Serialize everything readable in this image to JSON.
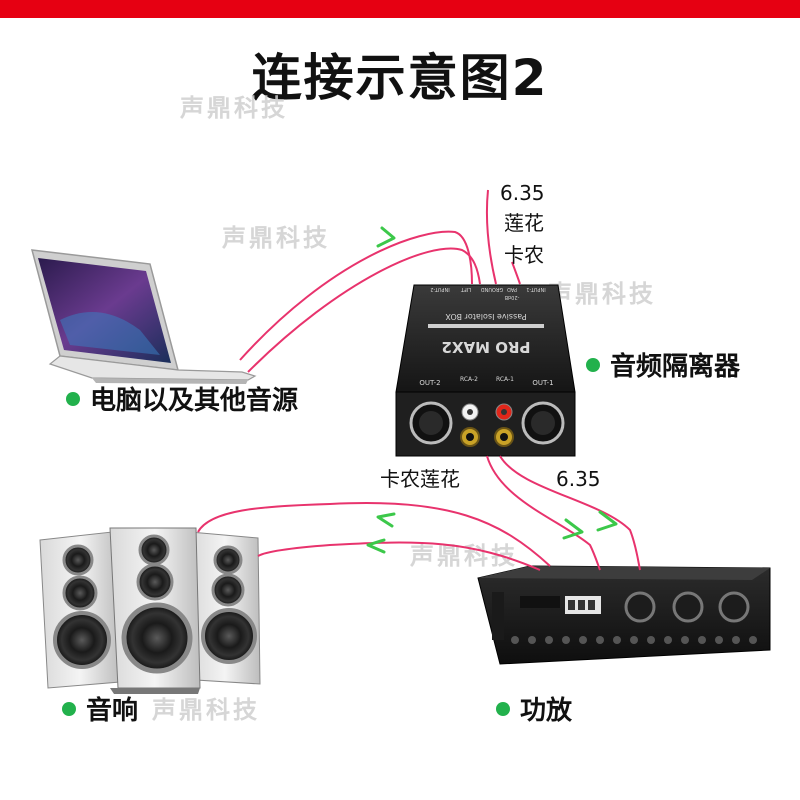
{
  "title": "连接示意图2",
  "watermark": "声鼎科技",
  "labels": {
    "computer": "电脑以及其他音源",
    "isolator": "音频隔离器",
    "speaker": "音响",
    "amplifier": "功放"
  },
  "cables": {
    "input_types": [
      "6.35",
      "莲花",
      "卡农"
    ],
    "output_left": "卡农莲花",
    "output_right": "6.35"
  },
  "device": {
    "model": "PRO MAX2",
    "subtitle": "Passive Isolator BOX",
    "in1": "INPUT-1",
    "in2": "INPUT-2",
    "out1": "OUT-1",
    "out2": "OUT-2",
    "rca1": "RCA-1",
    "rca2": "RCA-2",
    "lift": "LIFT",
    "ground": "GROUND",
    "pad": "PAD",
    "db": "-20dB"
  },
  "colors": {
    "accent_red": "#e60012",
    "bullet_green": "#22b14c",
    "cable_pink": "#e8336d",
    "arrow_green": "#3cc84a"
  }
}
